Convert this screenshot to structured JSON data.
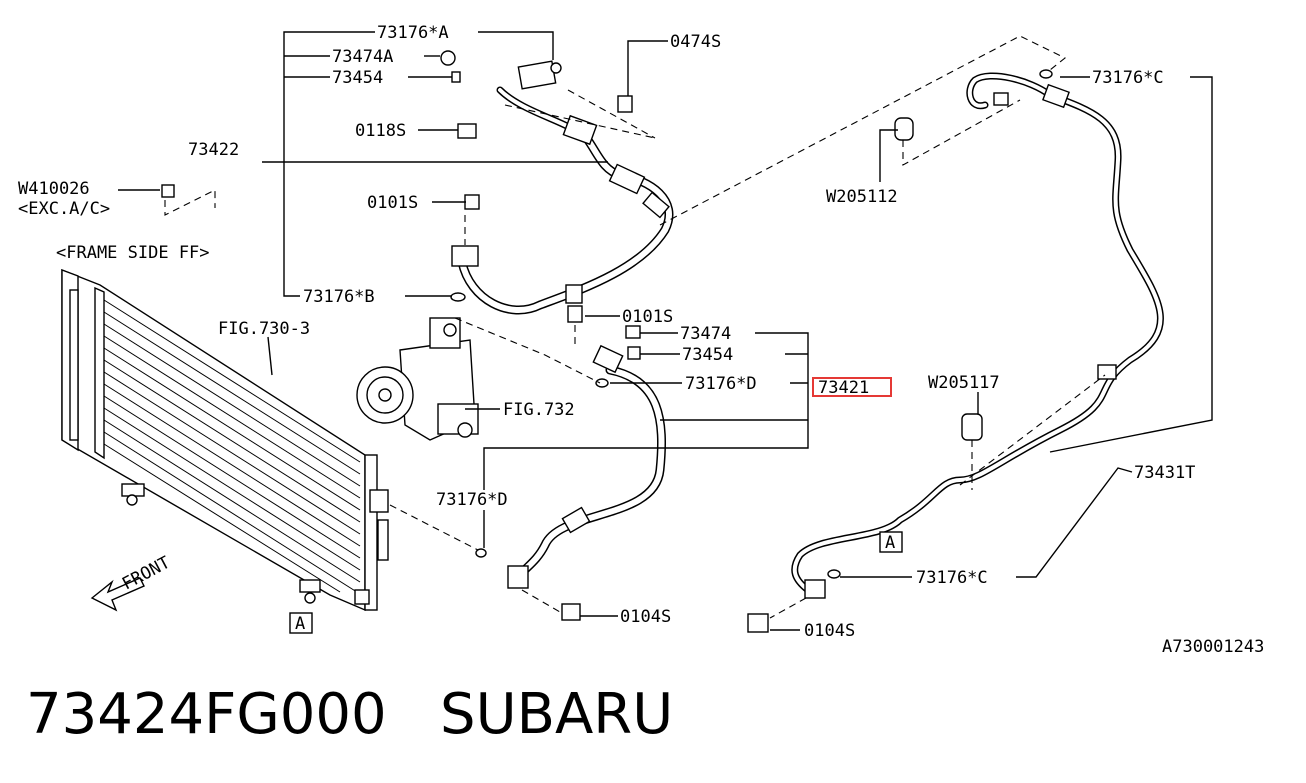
{
  "labels": {
    "l73176A": "73176*A",
    "l73474A": "73474A",
    "l73454a": "73454",
    "l0474S": "0474S",
    "l0118S": "0118S",
    "l73422": "73422",
    "lW410026": "W410026",
    "lEXC": "<EXC.A/C>",
    "lFRAME": "<FRAME SIDE FF>",
    "l0101Sa": "0101S",
    "l73176B": "73176*B",
    "lFIG7303": "FIG.730-3",
    "l0101Sb": "0101S",
    "l73474": "73474",
    "l73454b": "73454",
    "l73176Da": "73176*D",
    "l73421": "73421",
    "lFIG732": "FIG.732",
    "l73176Db": "73176*D",
    "l0104Sa": "0104S",
    "lA1": "A",
    "lFRONT": "FRONT",
    "l73176Ca": "73176*C",
    "lW205112": "W205112",
    "lW205117": "W205117",
    "l73431T": "73431T",
    "lA2": "A",
    "l73176Cb": "73176*C",
    "l0104Sb": "0104S",
    "lDiagramNo": "A730001243"
  },
  "caption": "73424FG000   SUBARU",
  "highlight_color": "#e53935"
}
